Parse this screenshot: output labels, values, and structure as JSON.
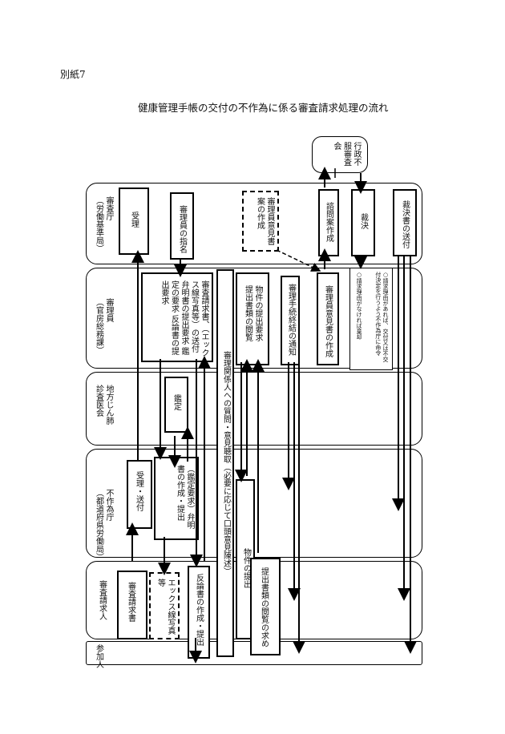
{
  "header": {
    "annex": "別紙7",
    "title": "健康管理手帳の交付の不作為に係る審査請求処理の流れ"
  },
  "lanes": [
    {
      "id": "agency",
      "title": "審査庁",
      "sub": "（労働基準局）"
    },
    {
      "id": "examiner",
      "title": "審理員",
      "sub": "（官房総務課）"
    },
    {
      "id": "council",
      "title": "地方じん肺",
      "sub": "診査医会"
    },
    {
      "id": "inaction",
      "title": "不作為庁",
      "sub": "（都道府県労働局）"
    },
    {
      "id": "requester",
      "title": "審査請求人",
      "sub": ""
    },
    {
      "id": "participant",
      "title": "参加人",
      "sub": ""
    }
  ],
  "boxes": {
    "receive": "受理",
    "appoint": "審理員の指名",
    "opinion": "審理員意見書案の作成",
    "report": "諮問案作成",
    "ruling": "裁決",
    "deliver": "裁決書の送付",
    "review_board": "行政不服審査会",
    "request_send": "審査請求書、（エックス線写真等）の送付",
    "request_explain": "弁明書の提出要求",
    "appraisal_request": "鑑定の要求",
    "counter_request": "反論書の提出要求",
    "hearing": "審理関係人への質問・意見聴取（必要に応じて口頭意見陳述）",
    "article_request": "物件の提出要求",
    "article_view": "提出書類の閲覧",
    "end_notice": "審理手続終結の通知",
    "opinion_make": "審理員意見書の作成",
    "appraisal": "鑑定",
    "accept_send": "受理・送付",
    "explain_make": "（鑑定要求）弁明書の作成・提出",
    "request_doc": "審査請求書",
    "xray": "エックス線写真等",
    "counter_make": "反論書の作成・提出",
    "article_submit": "物件の提出",
    "view_request": "提出書類の閲覧の求め"
  },
  "notes": [
    "○請求理由がなければ棄却",
    "○請求理由があれば、交付又は不交付決定を行うよう不作為庁に命令"
  ]
}
